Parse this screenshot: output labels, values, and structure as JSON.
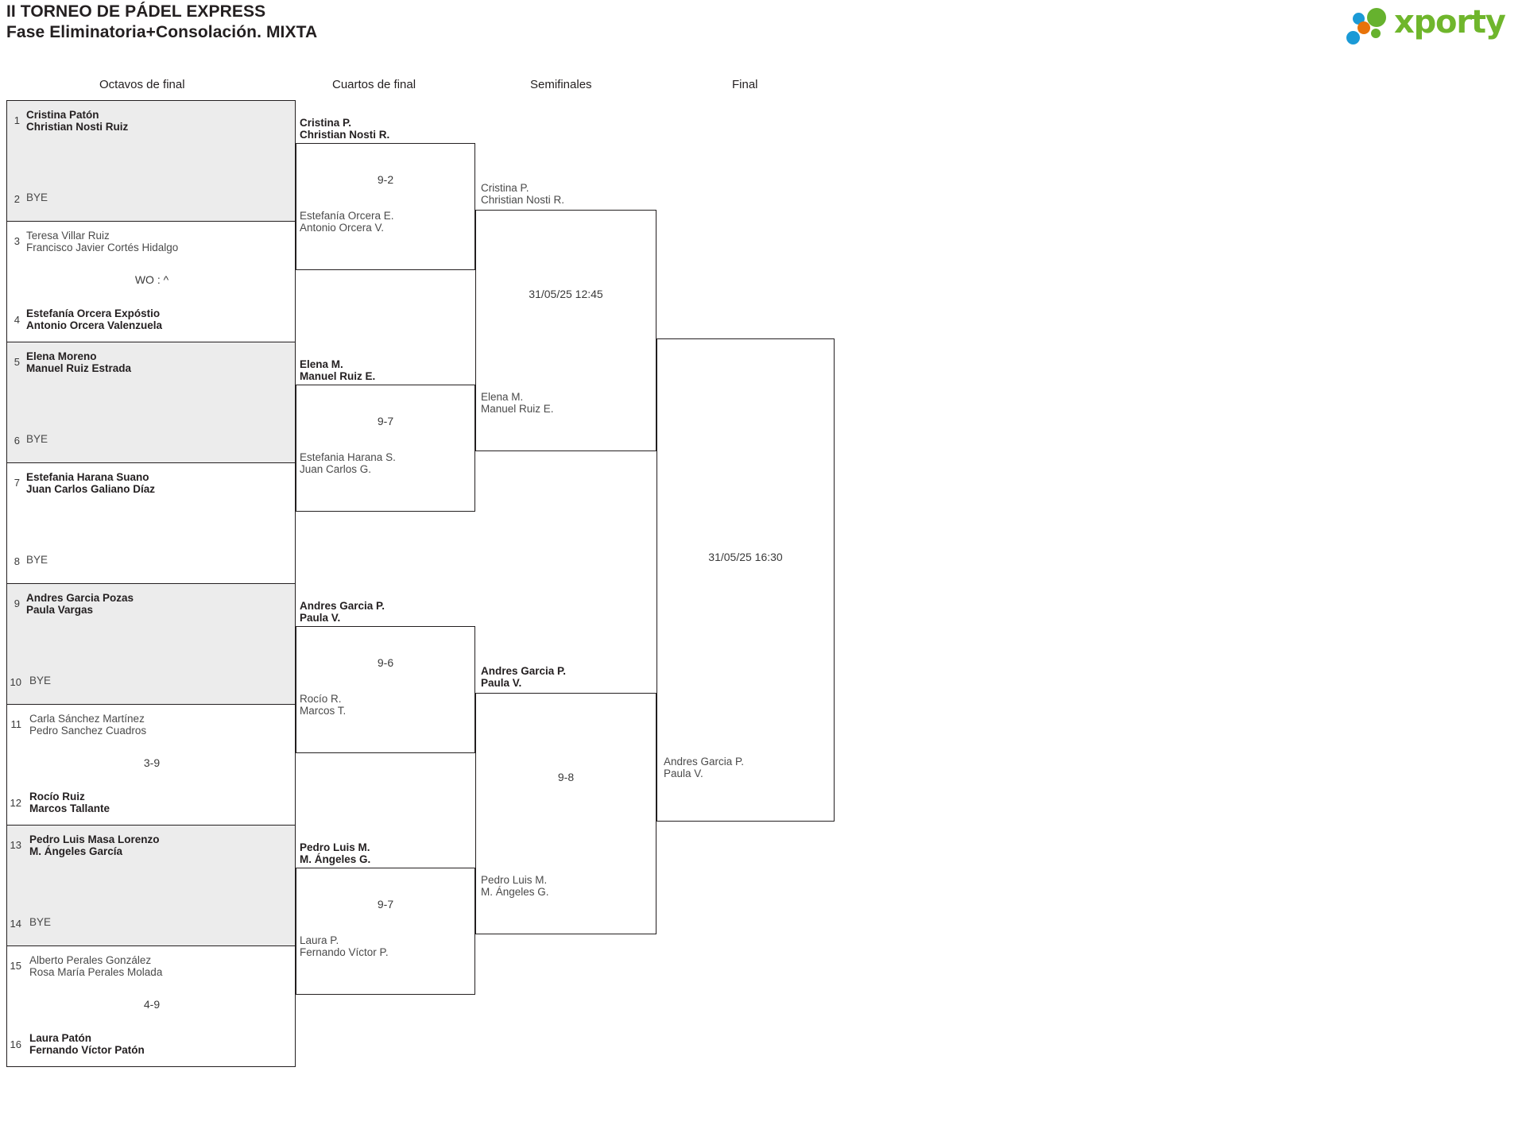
{
  "header": {
    "title_line1": "II TORNEO DE PÁDEL EXPRESS",
    "title_line2": "Fase Eliminatoria+Consolación. MIXTA",
    "logo_text": "xporty",
    "brand_colors": {
      "green": "#6fb62c",
      "blue": "#1b9ad6",
      "orange": "#e8730a"
    }
  },
  "rounds": [
    {
      "label": "Octavos de final"
    },
    {
      "label": "Cuartos de final"
    },
    {
      "label": "Semifinales"
    },
    {
      "label": "Final"
    }
  ],
  "round_of_16": {
    "matches": [
      {
        "score": "",
        "top": {
          "seed": "1",
          "line1": "Cristina Patón",
          "line2": "Christian Nosti Ruiz",
          "winner": true,
          "bye": false
        },
        "bottom": {
          "seed": "2",
          "line1": "BYE",
          "line2": "",
          "winner": false,
          "bye": true
        }
      },
      {
        "score": "WO : ^",
        "top": {
          "seed": "3",
          "line1": "Teresa Villar Ruiz",
          "line2": "Francisco Javier Cortés Hidalgo",
          "winner": false,
          "bye": false
        },
        "bottom": {
          "seed": "4",
          "line1": "Estefanía Orcera Expóstio",
          "line2": "Antonio Orcera Valenzuela",
          "winner": true,
          "bye": false
        }
      },
      {
        "score": "",
        "top": {
          "seed": "5",
          "line1": "Elena Moreno",
          "line2": "Manuel Ruiz Estrada",
          "winner": true,
          "bye": false
        },
        "bottom": {
          "seed": "6",
          "line1": "BYE",
          "line2": "",
          "winner": false,
          "bye": true
        }
      },
      {
        "score": "",
        "top": {
          "seed": "7",
          "line1": "Estefania Harana Suano",
          "line2": "Juan Carlos Galiano Díaz",
          "winner": true,
          "bye": false
        },
        "bottom": {
          "seed": "8",
          "line1": "BYE",
          "line2": "",
          "winner": false,
          "bye": true
        }
      },
      {
        "score": "",
        "top": {
          "seed": "9",
          "line1": "Andres Garcia Pozas",
          "line2": "Paula Vargas",
          "winner": true,
          "bye": false
        },
        "bottom": {
          "seed": "10",
          "line1": "BYE",
          "line2": "",
          "winner": false,
          "bye": true
        }
      },
      {
        "score": "3-9",
        "top": {
          "seed": "11",
          "line1": "Carla Sánchez Martínez",
          "line2": "Pedro Sanchez Cuadros",
          "winner": false,
          "bye": false
        },
        "bottom": {
          "seed": "12",
          "line1": "Rocío Ruiz",
          "line2": "Marcos Tallante",
          "winner": true,
          "bye": false
        }
      },
      {
        "score": "",
        "top": {
          "seed": "13",
          "line1": "Pedro Luis Masa Lorenzo",
          "line2": "M. Ángeles García",
          "winner": true,
          "bye": false
        },
        "bottom": {
          "seed": "14",
          "line1": "BYE",
          "line2": "",
          "winner": false,
          "bye": true
        }
      },
      {
        "score": "4-9",
        "top": {
          "seed": "15",
          "line1": "Alberto Perales González",
          "line2": "Rosa María Perales Molada",
          "winner": false,
          "bye": false
        },
        "bottom": {
          "seed": "16",
          "line1": "Laura Patón",
          "line2": "Fernando Víctor Patón",
          "winner": true,
          "bye": false
        }
      }
    ]
  },
  "quarter_finals": {
    "matches": [
      {
        "score": "9-2",
        "top": {
          "line1": "Cristina P.",
          "line2": "Christian Nosti R.",
          "winner": true
        },
        "bottom": {
          "line1": "Estefanía Orcera E.",
          "line2": "Antonio Orcera V.",
          "winner": false
        }
      },
      {
        "score": "9-7",
        "top": {
          "line1": "Elena M.",
          "line2": "Manuel Ruiz E.",
          "winner": true
        },
        "bottom": {
          "line1": "Estefania Harana S.",
          "line2": "Juan Carlos G.",
          "winner": false
        }
      },
      {
        "score": "9-6",
        "top": {
          "line1": "Andres Garcia P.",
          "line2": "Paula V.",
          "winner": true
        },
        "bottom": {
          "line1": "Rocío R.",
          "line2": "Marcos T.",
          "winner": false
        }
      },
      {
        "score": "9-7",
        "top": {
          "line1": "Pedro Luis M.",
          "line2": "M. Ángeles G.",
          "winner": true
        },
        "bottom": {
          "line1": "Laura P.",
          "line2": "Fernando Víctor P.",
          "winner": false
        }
      }
    ]
  },
  "semi_finals": {
    "matches": [
      {
        "score": "31/05/25 12:45",
        "top": {
          "line1": "Cristina P.",
          "line2": "Christian Nosti R.",
          "winner": false
        },
        "bottom": {
          "line1": "Elena M.",
          "line2": "Manuel Ruiz E.",
          "winner": false
        }
      },
      {
        "score": "9-8",
        "top": {
          "line1": "Andres Garcia P.",
          "line2": "Paula V.",
          "winner": true
        },
        "bottom": {
          "line1": "Pedro Luis M.",
          "line2": "M. Ángeles G.",
          "winner": false
        }
      }
    ]
  },
  "final": {
    "matches": [
      {
        "score": "31/05/25 16:30",
        "top": {
          "line1": "",
          "line2": "",
          "winner": false
        },
        "bottom": {
          "line1": "Andres Garcia P.",
          "line2": "Paula V.",
          "winner": false
        }
      }
    ]
  }
}
